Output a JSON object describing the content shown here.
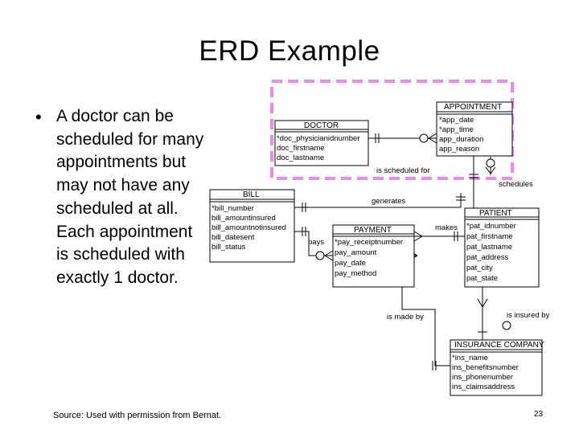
{
  "slide": {
    "title": "ERD Example",
    "bullet": "A doctor can be scheduled for many appointments but may not have any scheduled at all. Each appointment is scheduled with exactly 1 doctor.",
    "source": "Source:  Used with permission from Bernat.",
    "page_number": "23"
  },
  "diagram": {
    "highlight_color": "#e98be9",
    "entities": {
      "appointment": {
        "title": "APPOINTMENT",
        "attributes": [
          "*app_date",
          "*app_time",
          "app_duration",
          "app_reason"
        ]
      },
      "doctor": {
        "title": "DOCTOR",
        "attributes": [
          "*doc_physicianidnumber",
          "doc_firstname",
          "doc_lastname"
        ]
      },
      "bill": {
        "title": "BILL",
        "attributes": [
          "*bill_number",
          "bill_amountinsured",
          "bill_amountnotinsured",
          "bill_datesent",
          "bill_status"
        ]
      },
      "payment": {
        "title": "PAYMENT",
        "attributes": [
          "*pay_receiptnumber",
          "pay_amount",
          "pay_date",
          "pay_method"
        ]
      },
      "patient": {
        "title": "PATIENT",
        "attributes": [
          "*pat_idnumber",
          "pat_firstname",
          "pat_lastname",
          "pat_address",
          "pat_city",
          "pat_state"
        ]
      },
      "insurance_company": {
        "title": "INSURANCE COMPANY",
        "attributes": [
          "*ins_name",
          "ins_benefitsnumber",
          "ins_phonenumber",
          "ins_claimsaddress"
        ]
      }
    },
    "relationships": {
      "is_scheduled_for": "is scheduled for",
      "schedules": "schedules",
      "generates": "generates",
      "makes": "makes",
      "pays": "pays",
      "is_made_by": "is made by",
      "is_insured_by": "is insured by"
    }
  }
}
